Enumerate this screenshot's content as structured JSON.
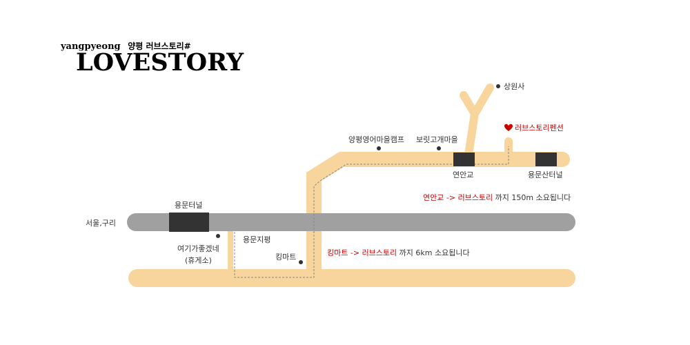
{
  "header": {
    "subtitle_en": "yangpyeong",
    "subtitle_kr": "양평 러브스토리#",
    "title": "LOVESTORY"
  },
  "colors": {
    "main_road": "#a0a0a0",
    "local_road": "#f7d59d",
    "local_road_edge": "#efc887",
    "tunnel": "#333333",
    "accent": "#cc0000",
    "text": "#333333",
    "route": "#888888"
  },
  "labels": {
    "sangwonsa": "상원사",
    "pension": "러브스토리펜션",
    "yangpyeong_camp": "양평영어마을캠프",
    "borit_village": "보릿고개마을",
    "yeonangyo": "연안교",
    "yongmunsan_tunnel": "용문산터널",
    "yongmun_tunnel": "용문터널",
    "seoul_guri": "서울,구리",
    "rest_area_1": "여기가좋겠네",
    "rest_area_2": "(휴게소)",
    "yongmun_jipyeong": "용문지평",
    "kingmart": "킹마트"
  },
  "info": {
    "line1": {
      "from": "연안교",
      "arrow": " -> ",
      "to": "러브스토리",
      "rest": " 까지 150m 소요됩니다"
    },
    "line2": {
      "from": "킹마트",
      "arrow": " -> ",
      "to": "러브스토리",
      "rest": " 까지 6km 소요됩니다"
    }
  }
}
